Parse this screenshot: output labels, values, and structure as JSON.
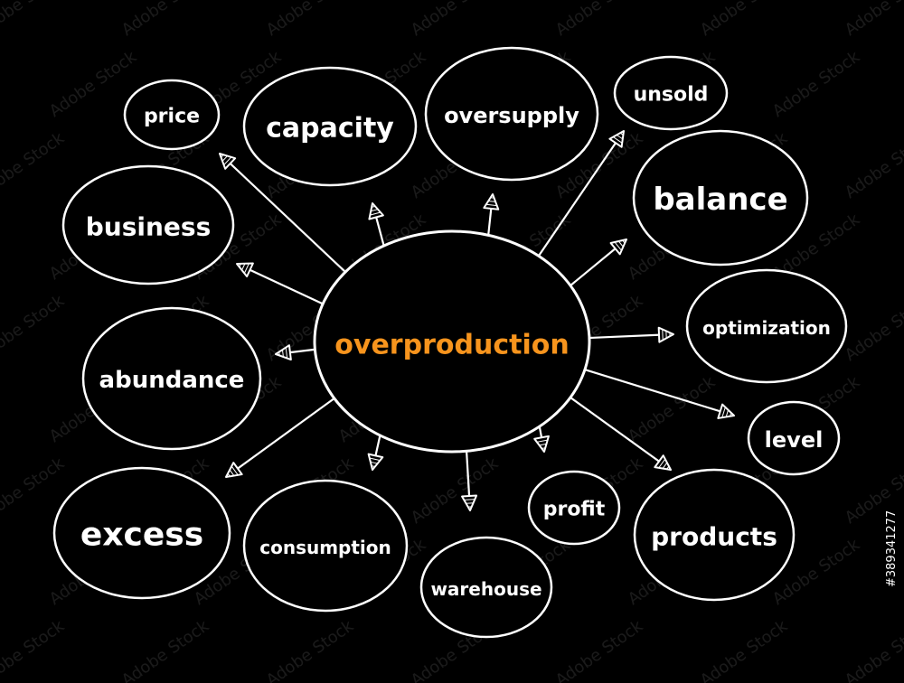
{
  "diagram": {
    "center": {
      "label": "overproduction",
      "color": "#f7941d"
    },
    "nodes": [
      {
        "id": "price",
        "label": "price"
      },
      {
        "id": "capacity",
        "label": "capacity"
      },
      {
        "id": "oversupply",
        "label": "oversupply"
      },
      {
        "id": "unsold",
        "label": "unsold"
      },
      {
        "id": "balance",
        "label": "balance"
      },
      {
        "id": "business",
        "label": "business"
      },
      {
        "id": "optimization",
        "label": "optimization"
      },
      {
        "id": "abundance",
        "label": "abundance"
      },
      {
        "id": "level",
        "label": "level"
      },
      {
        "id": "excess",
        "label": "excess"
      },
      {
        "id": "consumption",
        "label": "consumption"
      },
      {
        "id": "warehouse",
        "label": "warehouse"
      },
      {
        "id": "profit",
        "label": "profit"
      },
      {
        "id": "products",
        "label": "products"
      }
    ],
    "line_color": "#ffffff",
    "background": "#000000"
  },
  "watermark": {
    "text": "Adobe Stock",
    "id_text": "#389341277"
  }
}
